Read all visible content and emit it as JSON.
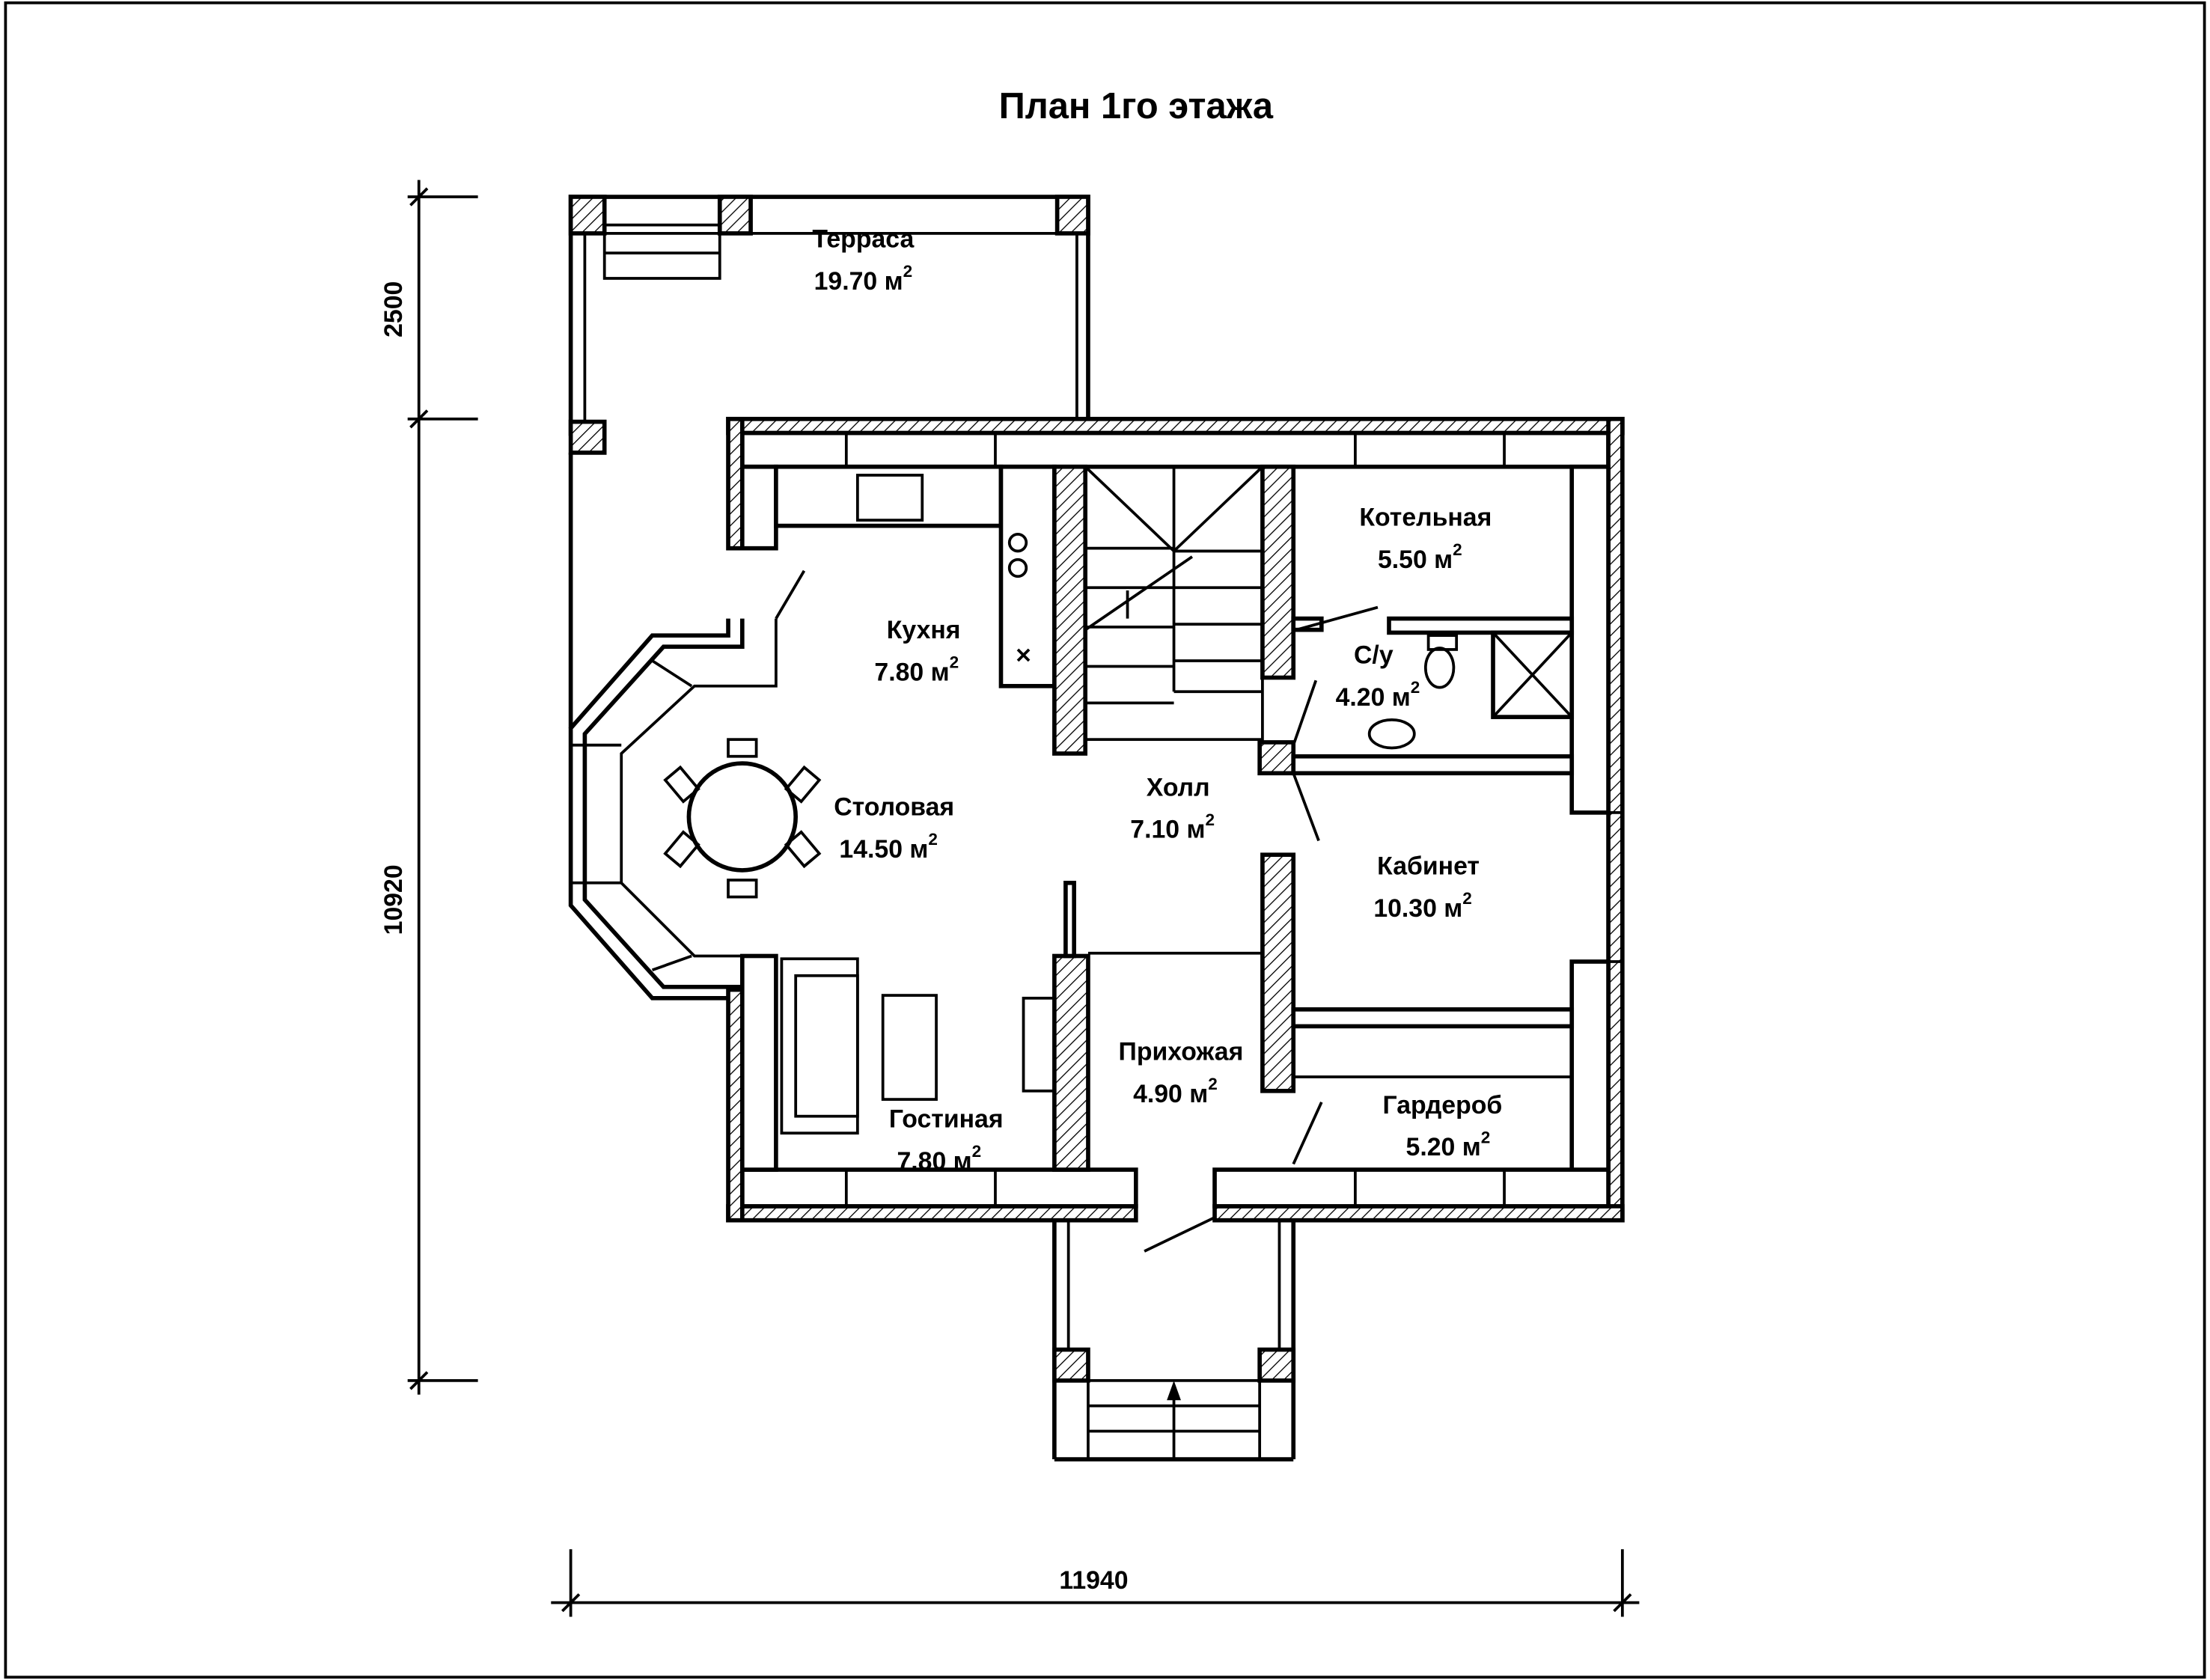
{
  "title": "План 1го этажа",
  "area_unit": "м",
  "area_unit_superscript": "2",
  "rooms": [
    {
      "name": "Терраса",
      "area": "19.70"
    },
    {
      "name": "Кухня",
      "area": "7.80"
    },
    {
      "name": "Котельная",
      "area": "5.50"
    },
    {
      "name": "С/у",
      "area": "4.20"
    },
    {
      "name": "Столовая",
      "area": "14.50"
    },
    {
      "name": "Холл",
      "area": "7.10"
    },
    {
      "name": "Кабинет",
      "area": "10.30"
    },
    {
      "name": "Прихожая",
      "area": "4.90"
    },
    {
      "name": "Гостиная",
      "area": "7.80"
    },
    {
      "name": "Гардероб",
      "area": "5.20"
    }
  ],
  "dimensions": {
    "terrace_depth": "2500",
    "house_depth": "10920",
    "house_width": "11940"
  }
}
